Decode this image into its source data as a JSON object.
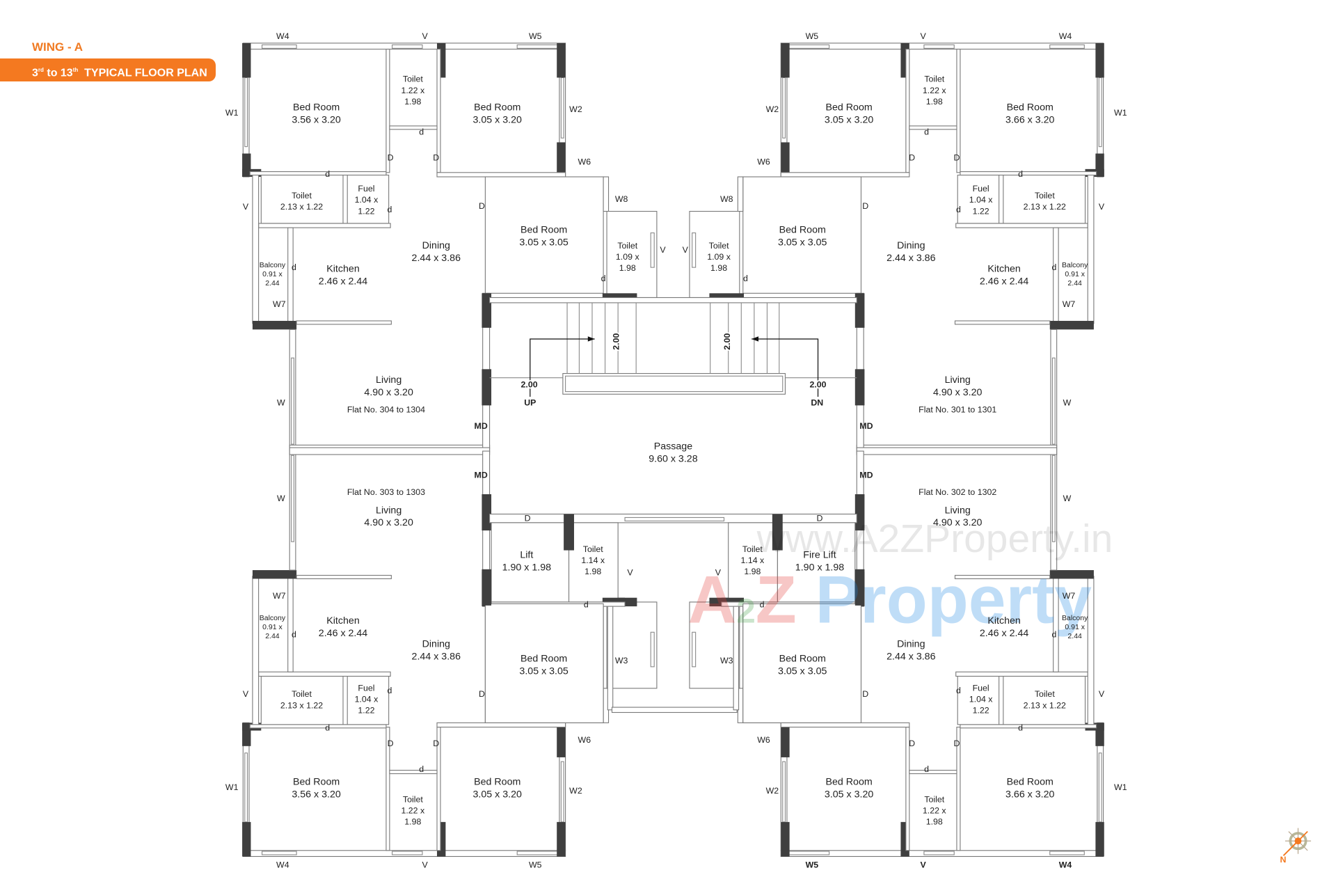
{
  "header": {
    "wing": "WING - A",
    "floor_from": "3",
    "floor_from_sup": "rd",
    "to": "to 13",
    "floor_to_sup": "th",
    "plan_title": "TYPICAL FLOOR PLAN"
  },
  "colors": {
    "accent": "#f47920",
    "wall_column": "#3f3f3f"
  },
  "rooms": [
    {
      "lines": [
        "Bed Room",
        "3.56 x 3.20"
      ]
    },
    {
      "lines": [
        "Toilet",
        "1.22 x",
        "1.98"
      ]
    },
    {
      "lines": [
        "Bed Room",
        "3.05 x 3.20"
      ]
    },
    {
      "lines": [
        "Toilet",
        "2.13 x 1.22"
      ]
    },
    {
      "lines": [
        "Fuel",
        "1.04 x",
        "1.22"
      ]
    },
    {
      "lines": [
        "Balcony",
        "0.91 x",
        "2.44"
      ]
    },
    {
      "lines": [
        "Kitchen",
        "2.46 x 2.44"
      ]
    },
    {
      "lines": [
        "Dining",
        "2.44 x 3.86"
      ]
    },
    {
      "lines": [
        "Bed Room",
        "3.05 x 3.05"
      ]
    },
    {
      "lines": [
        "Toilet",
        "1.09 x",
        "1.98"
      ]
    },
    {
      "lines": [
        "Living",
        "4.90 x 3.20"
      ]
    },
    {
      "lines": [
        "Flat No. 304 to 1304"
      ]
    },
    {
      "lines": [
        "Bed Room",
        "3.66 x 3.20"
      ]
    },
    {
      "lines": [
        "Toilet",
        "1.22 x",
        "1.98"
      ]
    },
    {
      "lines": [
        "Bed Room",
        "3.05 x 3.20"
      ]
    },
    {
      "lines": [
        "Toilet",
        "2.13 x 1.22"
      ]
    },
    {
      "lines": [
        "Fuel",
        "1.04 x",
        "1.22"
      ]
    },
    {
      "lines": [
        "Balcony",
        "0.91 x",
        "2.44"
      ]
    },
    {
      "lines": [
        "Kitchen",
        "2.46 x 2.44"
      ]
    },
    {
      "lines": [
        "Dining",
        "2.44 x 3.86"
      ]
    },
    {
      "lines": [
        "Bed Room",
        "3.05 x 3.05"
      ]
    },
    {
      "lines": [
        "Toilet",
        "1.09 x",
        "1.98"
      ]
    },
    {
      "lines": [
        "Living",
        "4.90 x 3.20"
      ]
    },
    {
      "lines": [
        "Flat No. 301 to 1301"
      ]
    },
    {
      "lines": [
        "Flat No. 303 to 1303"
      ]
    },
    {
      "lines": [
        "Living",
        "4.90 x 3.20"
      ]
    },
    {
      "lines": [
        "Kitchen",
        "2.46 x 2.44"
      ]
    },
    {
      "lines": [
        "Balcony",
        "0.91 x",
        "2.44"
      ]
    },
    {
      "lines": [
        "Dining",
        "2.44 x 3.86"
      ]
    },
    {
      "lines": [
        "Toilet",
        "2.13 x 1.22"
      ]
    },
    {
      "lines": [
        "Fuel",
        "1.04 x",
        "1.22"
      ]
    },
    {
      "lines": [
        "Bed Room",
        "3.56 x 3.20"
      ]
    },
    {
      "lines": [
        "Toilet",
        "1.22 x",
        "1.98"
      ]
    },
    {
      "lines": [
        "Bed Room",
        "3.05 x 3.20"
      ]
    },
    {
      "lines": [
        "Bed Room",
        "3.05 x 3.05"
      ]
    },
    {
      "lines": [
        "Flat No. 302 to 1302"
      ]
    },
    {
      "lines": [
        "Living",
        "4.90 x 3.20"
      ]
    },
    {
      "lines": [
        "Kitchen",
        "2.46 x 2.44"
      ]
    },
    {
      "lines": [
        "Balcony",
        "0.91 x",
        "2.44"
      ]
    },
    {
      "lines": [
        "Dining",
        "2.44 x 3.86"
      ]
    },
    {
      "lines": [
        "Fuel",
        "1.04 x",
        "1.22"
      ]
    },
    {
      "lines": [
        "Toilet",
        "2.13 x 1.22"
      ]
    },
    {
      "lines": [
        "Bed Room",
        "3.05 x 3.20"
      ]
    },
    {
      "lines": [
        "Toilet",
        "1.22 x",
        "1.98"
      ]
    },
    {
      "lines": [
        "Bed Room",
        "3.66 x 3.20"
      ]
    },
    {
      "lines": [
        "Bed Room",
        "3.05 x 3.05"
      ]
    },
    {
      "lines": [
        "Passage",
        "9.60 x 3.28"
      ]
    },
    {
      "lines": [
        "Lift",
        "1.90 x 1.98"
      ]
    },
    {
      "lines": [
        "Toilet",
        "1.14 x",
        "1.98"
      ]
    },
    {
      "lines": [
        "Toilet",
        "1.14 x",
        "1.98"
      ]
    },
    {
      "lines": [
        "Fire Lift",
        "1.90 x 1.98"
      ]
    }
  ],
  "tags": [
    "W4",
    "V",
    "W5",
    "W1",
    "W2",
    "W6",
    "W8",
    "V",
    "V",
    "W7",
    "W",
    "MD",
    "MD",
    "W5",
    "V",
    "W4",
    "W1",
    "W2",
    "W6",
    "W8",
    "V",
    "V",
    "W7",
    "W",
    "MD",
    "MD",
    "W7",
    "W",
    "V",
    "W1",
    "W2",
    "W6",
    "W3",
    "W4",
    "V",
    "W5",
    "W7",
    "W",
    "V",
    "W1",
    "W2",
    "W6",
    "W3",
    "W5",
    "V",
    "W4",
    "V",
    "V",
    "UP",
    "DN",
    "2.00",
    "2.00",
    "2.00",
    "2.00",
    "D",
    "D",
    "D",
    "d",
    "d",
    "d",
    "d",
    "d",
    "D",
    "D",
    "D",
    "d",
    "d",
    "d",
    "d",
    "d",
    "D",
    "D",
    "D",
    "d",
    "d",
    "d",
    "d",
    "D",
    "D",
    "D",
    "d",
    "d",
    "d",
    "d",
    "D",
    "D",
    "d",
    "d"
  ],
  "watermark": {
    "url_text": "www.A2ZProperty.in",
    "logo_a": "A",
    "logo_2": "2",
    "logo_z": "Z",
    "logo_word": "Property"
  },
  "compass": {
    "north_label": "N"
  }
}
